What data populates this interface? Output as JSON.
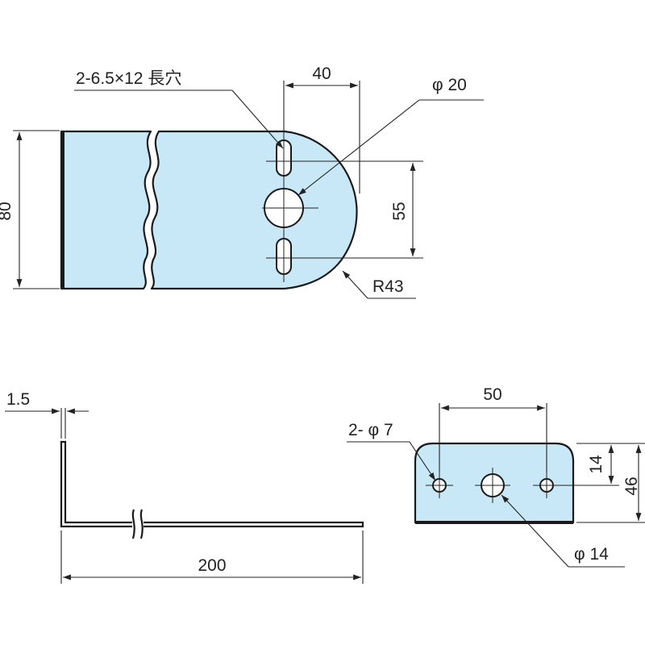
{
  "top_view": {
    "slot_label": "2-6.5×12 長穴",
    "dim_40": "40",
    "dim_phi20": "φ 20",
    "dim_55": "55",
    "dim_80": "80",
    "dim_r43": "R43"
  },
  "side_view": {
    "dim_thickness": "1.5",
    "dim_200": "200"
  },
  "front_view": {
    "dim_50": "50",
    "dim_holes_phi7": "2- φ 7",
    "dim_14": "14",
    "dim_46": "46",
    "dim_phi14": "φ 14"
  },
  "colors": {
    "part_fill": "#c9e8f7",
    "line": "#1a1a1a"
  }
}
